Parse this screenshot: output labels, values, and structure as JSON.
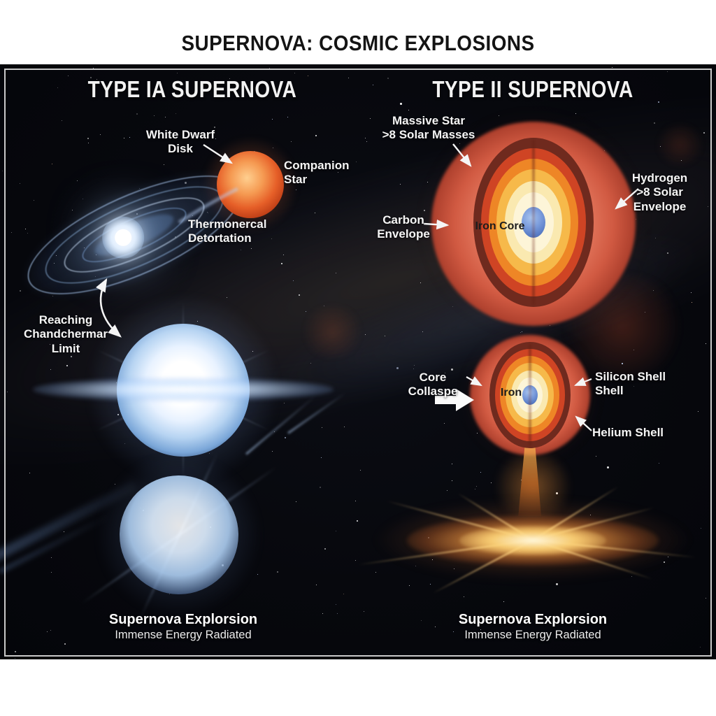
{
  "title": "SUPERNOVA: COSMIC EXPLOSIONS",
  "left": {
    "heading": "TYPE IA SUPERNOVA",
    "white_dwarf": {
      "l1": "White Dwarf",
      "l2": "Disk"
    },
    "companion": {
      "l1": "Companion",
      "l2": "Star"
    },
    "thermonuclear": {
      "l1": "Thermonercal",
      "l2": "Detortation"
    },
    "chandrasekhar": {
      "l1": "Reaching",
      "l2": "Chandchermar",
      "l3": "Limit"
    },
    "caption": {
      "title": "Supernova Explorsion",
      "subtitle": "Immense Energy Radiated"
    }
  },
  "right": {
    "heading": "TYPE II SUPERNOVA",
    "massive_star": {
      "l1": "Massive Star",
      "l2": ">8 Solar Masses"
    },
    "hydrogen_envelope": {
      "l1": "Hydrogen",
      "l2": ">8 Solar",
      "l3": "Envelope"
    },
    "carbon_envelope": {
      "l1": "Carbon",
      "l2": "Envelope"
    },
    "iron_core_label": "Iron Core",
    "core_collapse_label": "Core Collaspe",
    "iron_label": "Iron",
    "silicon_shell": {
      "l1": "Silicon Shell",
      "l2": "Shell"
    },
    "helium_shell_label": "Helium Shell",
    "caption": {
      "title": "Supernova Explorsion",
      "subtitle": "Immense Energy Radiated"
    }
  },
  "colors": {
    "page_background": "#ffffff",
    "panel_background": "#07080d",
    "frame_border": "#c9c9c9",
    "title_text": "#141414",
    "label_text": "#f5f5f5",
    "dark_label_text": "#1d1d1d",
    "arrow": "#f5f5f5",
    "companion_star_red": "#e65f28",
    "white_dwarf_blue": "#b7d4f2",
    "explosion_orange": "#f5a04a",
    "shells": {
      "maroon": "#6f2a1e",
      "red_orange": "#cf4424",
      "orange": "#ee8626",
      "amber": "#f6b94a",
      "pale_yellow": "#fae9b0",
      "cream": "#fdf5d8",
      "iron_blue": "#5b7fc8"
    }
  }
}
